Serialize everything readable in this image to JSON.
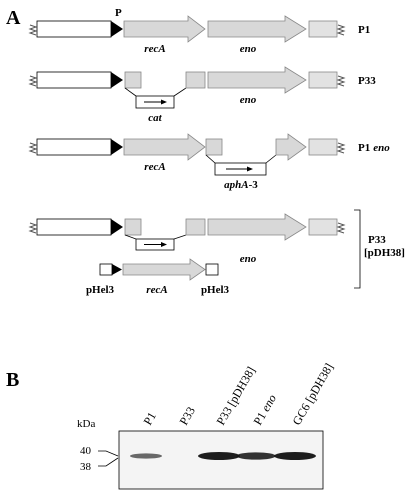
{
  "panel_a": {
    "label": "A",
    "promoter_label": "P",
    "rows": {
      "p1": {
        "strain": "P1",
        "gene1": "recA",
        "gene2": "eno"
      },
      "p33": {
        "strain": "P33",
        "cassette": "cat",
        "gene2": "eno"
      },
      "p1eno": {
        "strain_main": "P1",
        "strain_italic": "eno",
        "gene1": "recA",
        "cassette": "aphA",
        "cassette_suffix": "-3"
      },
      "p33pdh38": {
        "strain_line1": "P33",
        "strain_line2": "[pDH38]",
        "gene2": "eno",
        "plasmid_left": "pHel3",
        "plasmid_gene": "recA",
        "plasmid_right": "pHel3"
      }
    }
  },
  "panel_b": {
    "label": "B",
    "kda_label": "kDa",
    "markers": [
      "40",
      "38"
    ],
    "lanes": [
      {
        "main": "P1",
        "italic": "",
        "band": true,
        "intensity": 0.45
      },
      {
        "main": "P33",
        "italic": "",
        "band": false,
        "intensity": 0
      },
      {
        "main": "P33 [pDH38]",
        "italic": "",
        "band": true,
        "intensity": 1.0
      },
      {
        "main": "P1 ",
        "italic": "eno",
        "band": true,
        "intensity": 0.85
      },
      {
        "main": "GC6 [pDH38]",
        "italic": "",
        "band": true,
        "intensity": 1.0
      }
    ]
  }
}
